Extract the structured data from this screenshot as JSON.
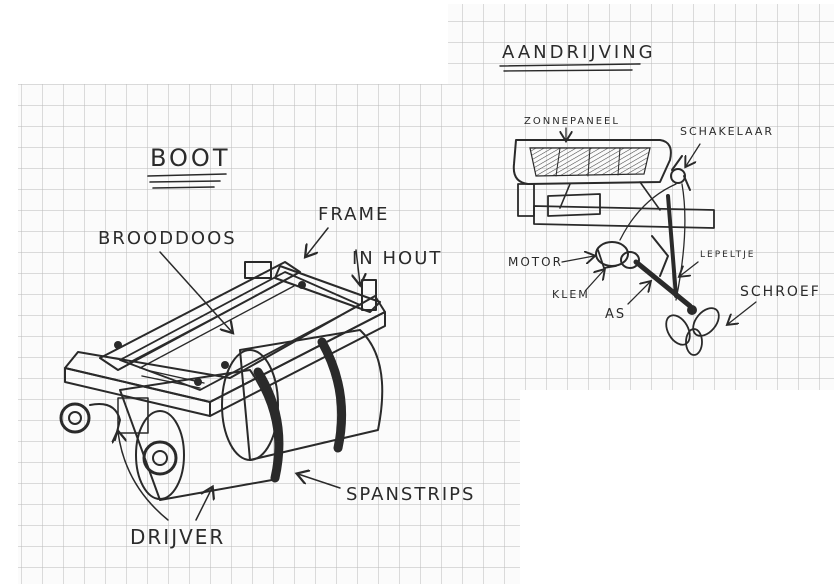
{
  "colors": {
    "paper": "#fbfbfb",
    "grid": "#b9b9b9",
    "ink": "#2a2a2a",
    "hatch": "#6f6f6f"
  },
  "sketch_boot": {
    "title": "BOOT",
    "labels": {
      "broodoos": "BROODDOOS",
      "frame": "FRAME",
      "in_hout": "IN HOUT",
      "spanstrips": "SPANSTRIPS",
      "drijver": "DRIJVER"
    }
  },
  "sketch_aandrijving": {
    "title": "AANDRIJVING",
    "labels": {
      "zonnepaneel": "ZONNEPANEEL",
      "schakelaar": "SCHAKELAAR",
      "motor": "MOTOR",
      "lepeltje": "LEPELTJE",
      "schroef": "SCHROEF",
      "klem": "KLEM",
      "as": "AS"
    }
  }
}
